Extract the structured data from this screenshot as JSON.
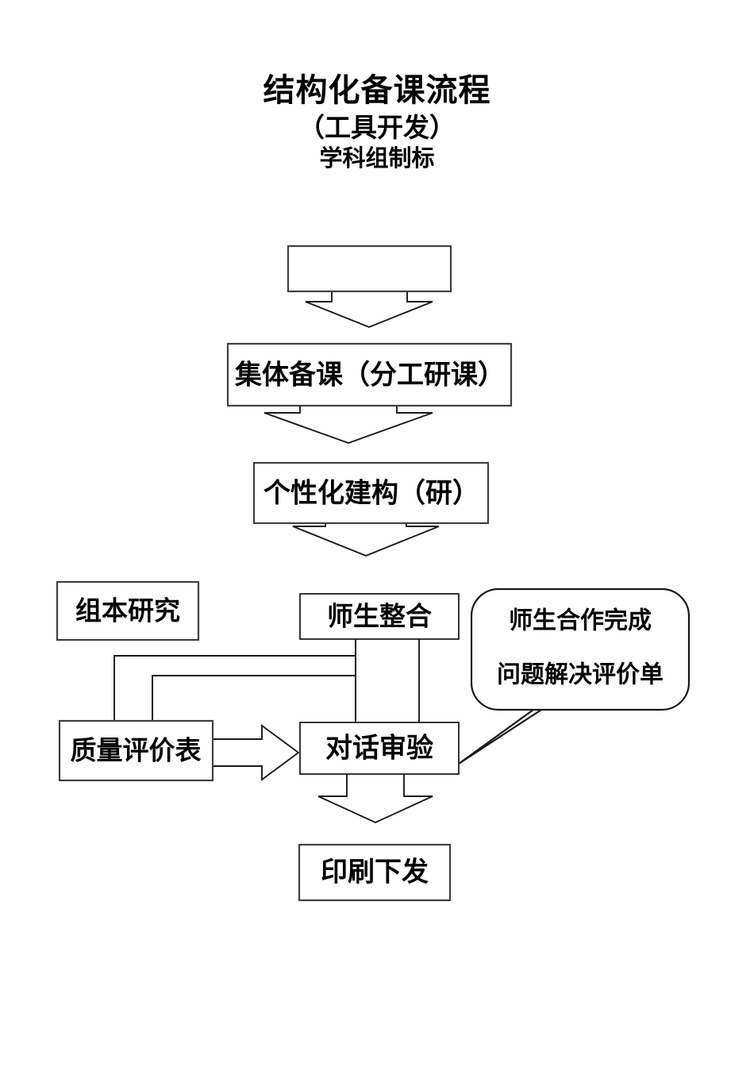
{
  "document": {
    "title_lines": [
      "结构化备课流程",
      "（工具开发）",
      "学科组制标"
    ]
  },
  "diagram": {
    "type": "flowchart",
    "orientation": "top-to-bottom",
    "nodes": [
      {
        "id": "n1",
        "label": "",
        "shape": "rectangle",
        "note": "empty box"
      },
      {
        "id": "n2",
        "label": "集体备课（分工研课）",
        "shape": "rectangle"
      },
      {
        "id": "n3",
        "label": "个性化建构（研）",
        "shape": "rectangle"
      },
      {
        "id": "n4",
        "label": "组本研究",
        "shape": "rectangle"
      },
      {
        "id": "n5",
        "label": "师生整合",
        "shape": "rectangle"
      },
      {
        "id": "n6",
        "label": "师生合作完成",
        "shape": "rounded-callout",
        "line2": "问题解决评价单"
      },
      {
        "id": "n7",
        "label": "质量评价表",
        "shape": "rectangle"
      },
      {
        "id": "n8",
        "label": "对话审验",
        "shape": "rectangle"
      },
      {
        "id": "n9",
        "label": "印刷下发",
        "shape": "rectangle"
      }
    ],
    "edges": [
      {
        "from": "n1",
        "to": "n2",
        "style": "block-arrow-down"
      },
      {
        "from": "n2",
        "to": "n3",
        "style": "block-arrow-down"
      },
      {
        "from": "n3",
        "to": "n5",
        "style": "block-arrow-down"
      },
      {
        "from": "n5",
        "to": "n8",
        "style": "block-arrow-down"
      },
      {
        "from": "n5",
        "to": "n7",
        "style": "block-elbow-left-down"
      },
      {
        "from": "n7",
        "to": "n8",
        "style": "block-arrow-right"
      },
      {
        "from": "n8",
        "to": "n9",
        "style": "block-arrow-down"
      },
      {
        "from": "n6",
        "to": "n8",
        "style": "callout-tail"
      }
    ],
    "colors": {
      "background": "#ffffff",
      "stroke": "#1a1a1a",
      "box_stroke": "#404040",
      "fill": "#ffffff",
      "text": "#000000"
    }
  }
}
